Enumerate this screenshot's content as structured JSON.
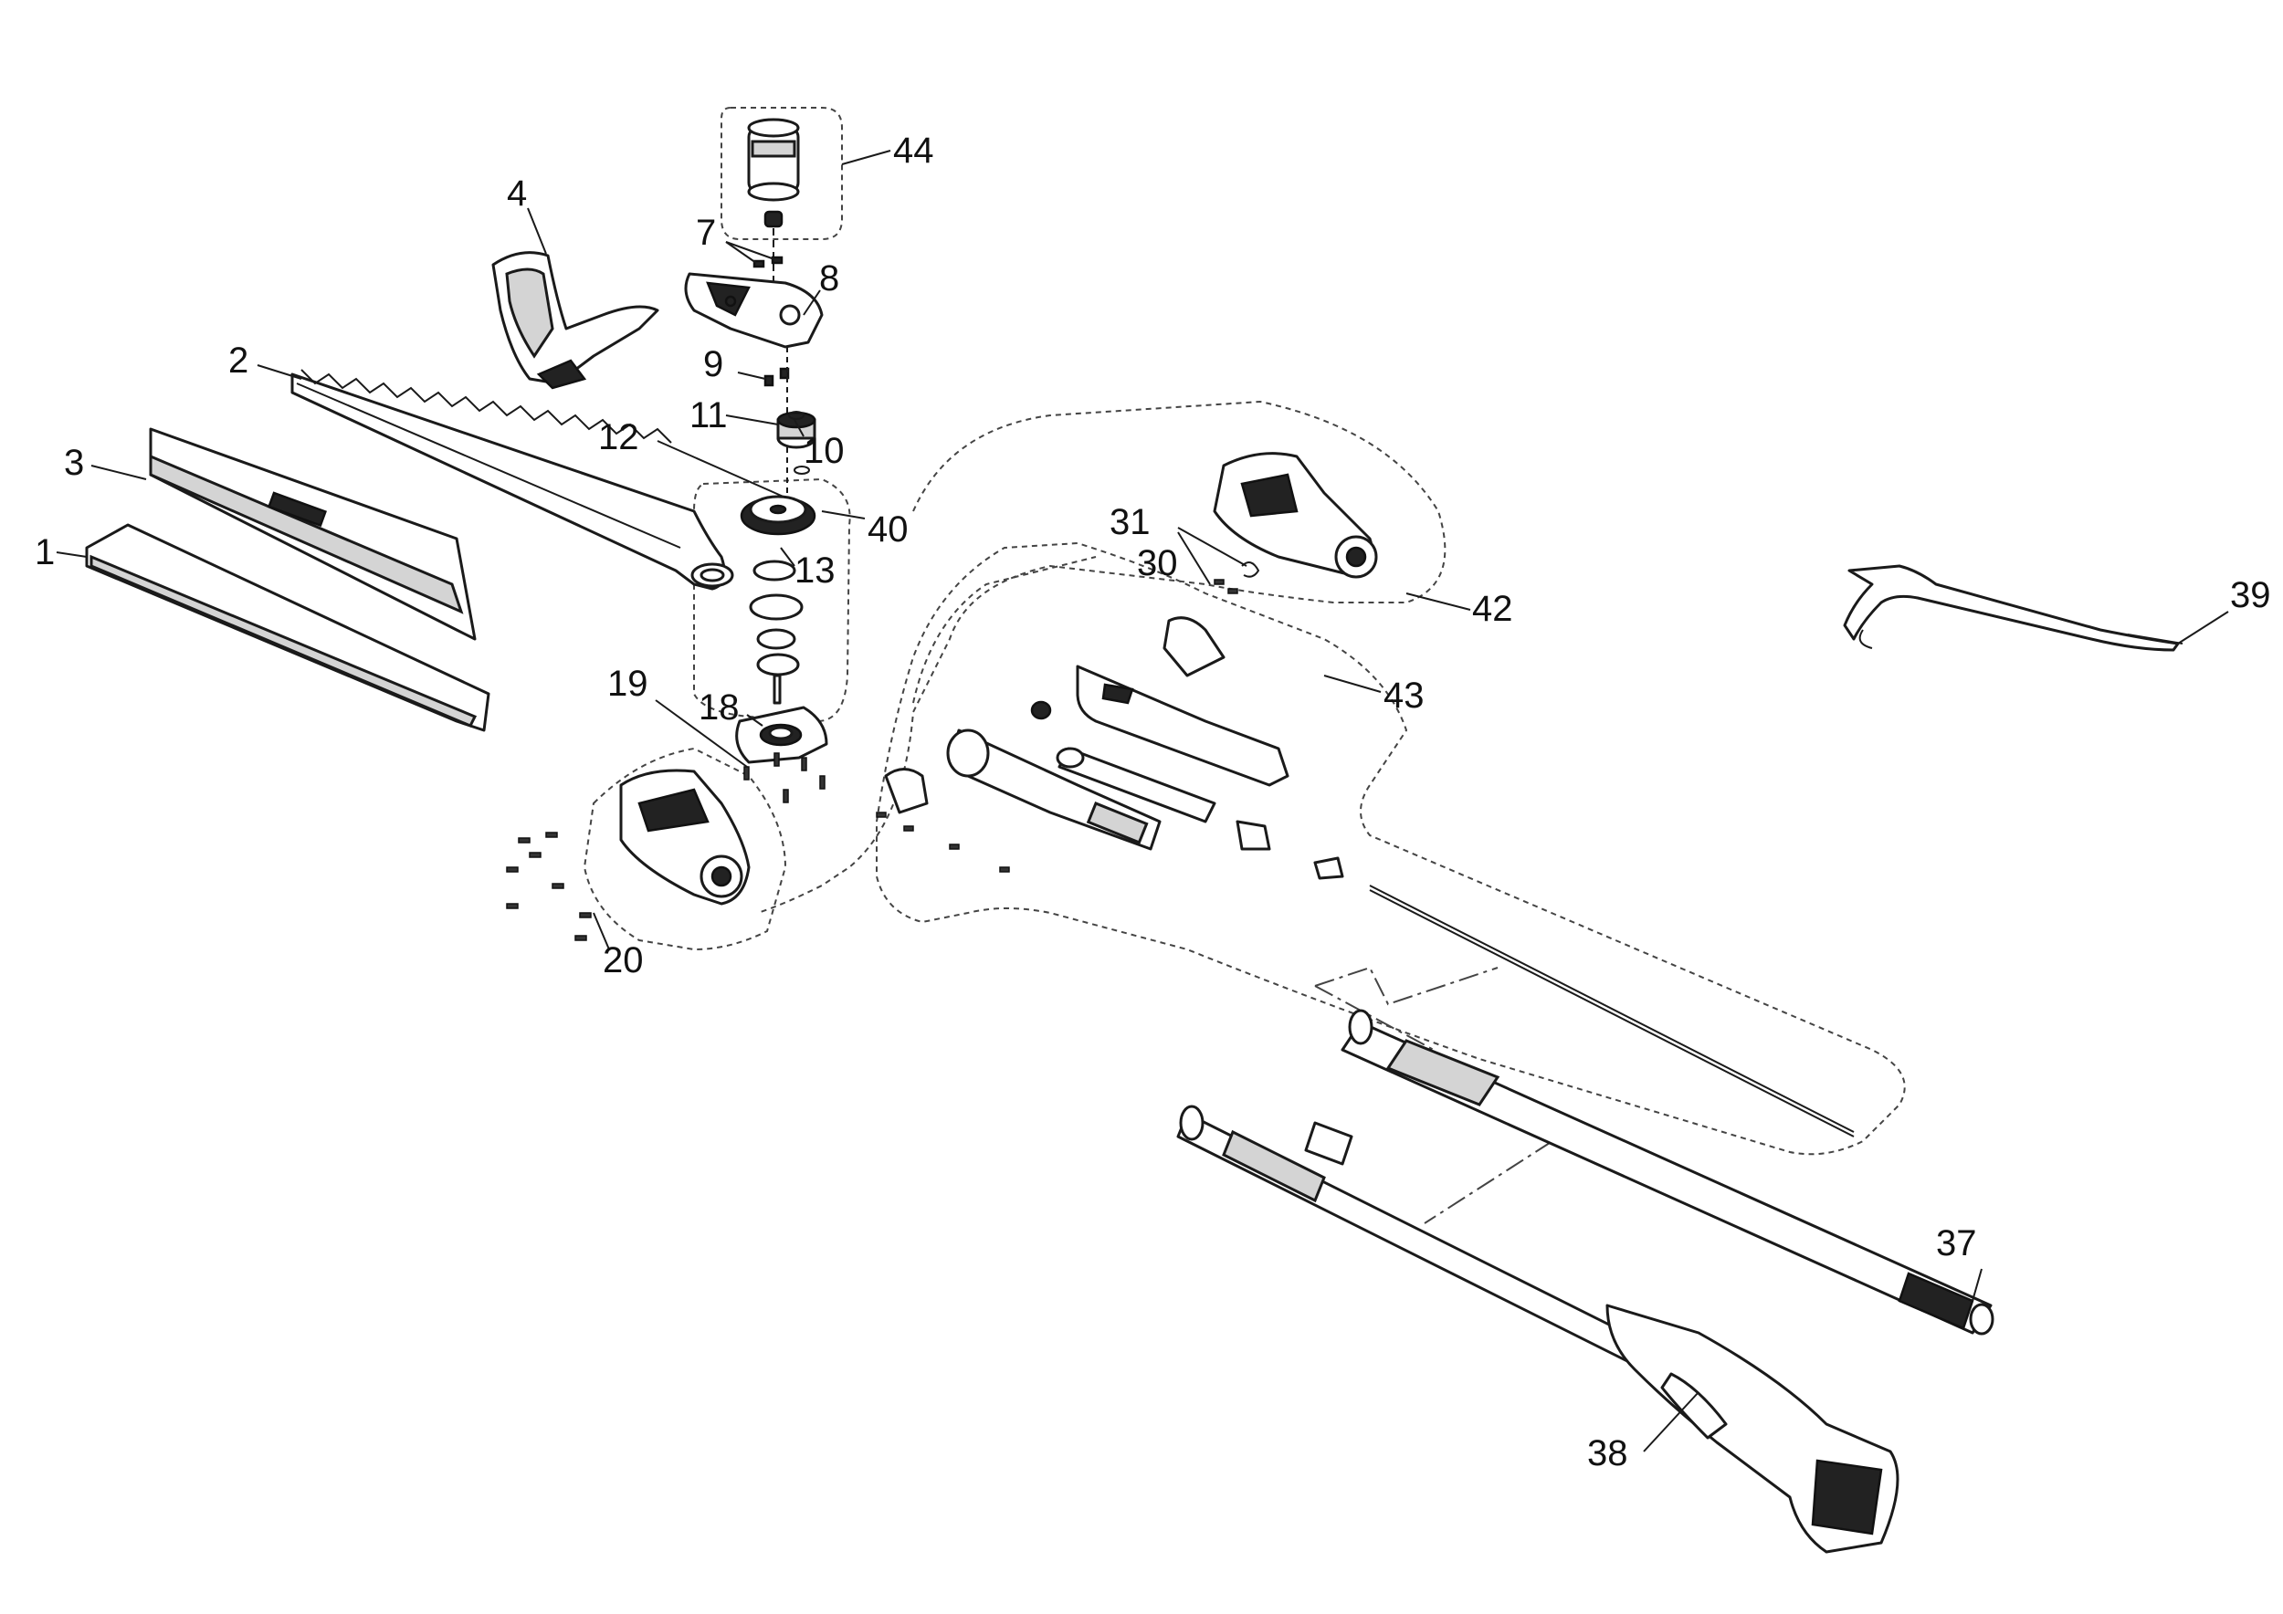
{
  "diagram": {
    "type": "exploded-parts-view",
    "callouts": [
      {
        "id": "c1",
        "label": "1"
      },
      {
        "id": "c2",
        "label": "2"
      },
      {
        "id": "c3",
        "label": "3"
      },
      {
        "id": "c4",
        "label": "4"
      },
      {
        "id": "c7",
        "label": "7"
      },
      {
        "id": "c8",
        "label": "8"
      },
      {
        "id": "c9",
        "label": "9"
      },
      {
        "id": "c10",
        "label": "10"
      },
      {
        "id": "c11",
        "label": "11"
      },
      {
        "id": "c12",
        "label": "12"
      },
      {
        "id": "c13",
        "label": "13"
      },
      {
        "id": "c18",
        "label": "18"
      },
      {
        "id": "c19",
        "label": "19"
      },
      {
        "id": "c20",
        "label": "20"
      },
      {
        "id": "c30",
        "label": "30"
      },
      {
        "id": "c31",
        "label": "31"
      },
      {
        "id": "c37",
        "label": "37"
      },
      {
        "id": "c38",
        "label": "38"
      },
      {
        "id": "c39",
        "label": "39"
      },
      {
        "id": "c40",
        "label": "40"
      },
      {
        "id": "c42",
        "label": "42"
      },
      {
        "id": "c43",
        "label": "43"
      },
      {
        "id": "c44",
        "label": "44"
      }
    ]
  }
}
